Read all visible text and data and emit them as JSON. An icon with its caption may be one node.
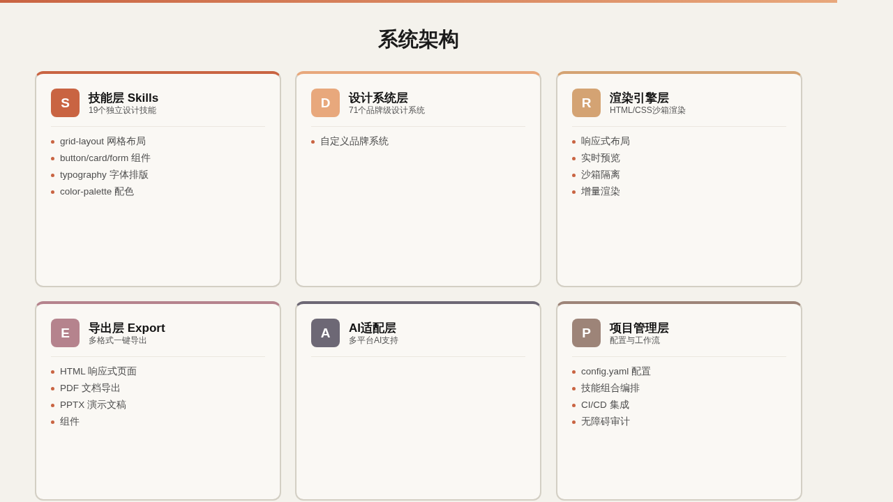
{
  "diagram": {
    "title": "系统架构",
    "nodes": [
      {
        "text": [
          "技能层 Skills",
          "19个独立设计技能",
          "grid-layout 网格布局",
          "button/card/form 组件",
          "typography 字体排版",
          "color-palette 配色"
        ]
      },
      {
        "text": [
          "S"
        ],
        "in": 0
      },
      {
        "text": [
          "设计系统层",
          "71个品牌级设计系统",
          "自定义品牌系统"
        ]
      },
      {
        "text": [
          "D"
        ],
        "in": 2
      },
      {
        "text": [
          "渲染引擎层",
          "HTML/CSS沙箱渲染",
          "响应式布局",
          "实时预览",
          "沙箱隔离",
          "增量渲染"
        ]
      },
      {
        "text": [
          "R"
        ],
        "in": 4
      },
      {
        "text": [
          "导出层 Export",
          "多格式一键导出",
          "HTML 响应式页面",
          "PDF 文档导出",
          "PPTX 演示文稿",
          "组件"
        ]
      },
      {
        "text": [
          "E"
        ],
        "in": 6
      },
      {
        "text": [
          "AI适配层",
          "多平台AI支持"
        ]
      },
      {
        "text": [
          "A"
        ],
        "in": 8
      },
      {
        "text": [
          "项目管理层",
          "配置与工作流",
          "config.yaml 配置",
          "技能组合编排",
          "CI/CD 集成",
          "无障碍审计"
        ]
      },
      {
        "text": [
          "P"
        ],
        "in": 10
      }
    ]
  }
}
